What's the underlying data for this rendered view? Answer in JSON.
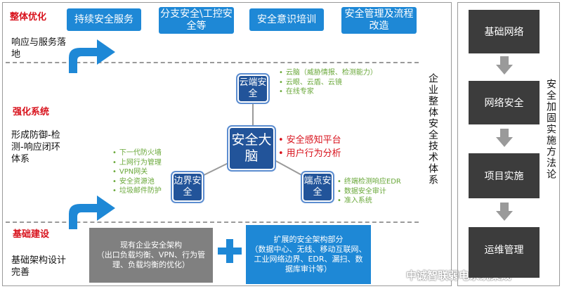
{
  "left": {
    "sections": [
      {
        "title": "整体优化",
        "subtitle": "响应与服务落地"
      },
      {
        "title": "强化系统",
        "subtitle": "形成防御-检测-响应闭环体系"
      },
      {
        "title": "基础建设",
        "subtitle": "基础架构设计完善"
      }
    ],
    "top_services": [
      "持续安全服务",
      "分支安全\\工控安全等",
      "安全意识培训",
      "安全管理及流程改造"
    ],
    "center_node": "安全大脑",
    "cloud_node": "云端安全",
    "edge_node": "边界安全",
    "endpoint_node": "端点安全",
    "center_features": [
      "安全感知平台",
      "用户行为分析"
    ],
    "cloud_features": [
      "云脑（威胁情报、检测能力）",
      "云眼、云盾、云镜",
      "在线专家"
    ],
    "edge_features": [
      "下一代防火墙",
      "上网行为管理",
      "VPN网关",
      "安全资源池",
      "垃圾邮件防护"
    ],
    "endpoint_features": [
      "终端检测响应EDR",
      "数据安全审计",
      "准入系统"
    ],
    "vertical_label": "企业整体安全技术体系",
    "bottom_existing": "现有企业安全架构\n（出口负载均衡、VPN、行为管理、负载均衡的优化）",
    "plus": "+",
    "bottom_extended": "扩展的安全架构部分\n（数据中心、无线、移动互联网、工业网络边界、EDR、漏扫、数据库审计等）"
  },
  "right": {
    "steps": [
      "基础网络",
      "网络安全",
      "项目实施",
      "运维管理"
    ],
    "vertical_label": "安全加固实施方法论"
  },
  "watermark": "中诚智联弱电系统集成",
  "colors": {
    "accent_blue": "#1e88d6",
    "node_blue": "#22549a",
    "title_red": "#d8121c",
    "feature_green": "#6aa83a",
    "dark_gray": "#3c3c3c",
    "bottom_gray": "#808080"
  }
}
